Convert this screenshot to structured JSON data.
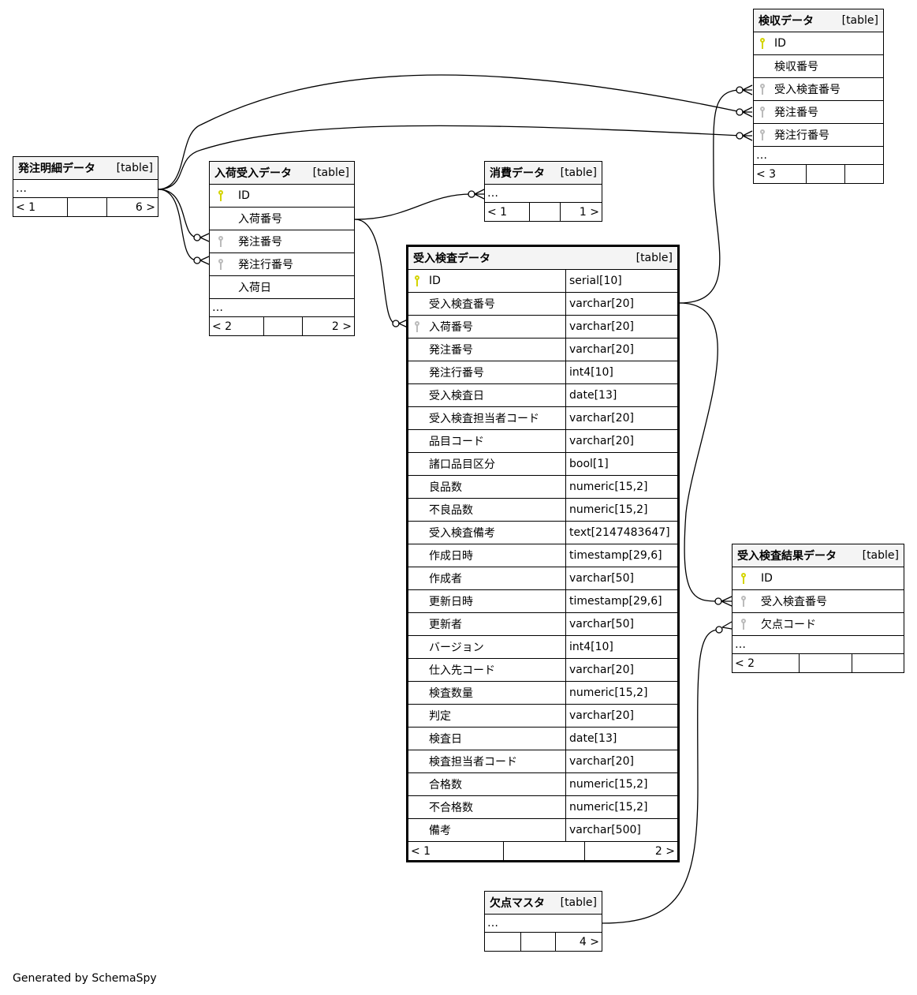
{
  "footer_text": "Generated by SchemaSpy",
  "kind_label": "[table]",
  "ellipsis": "…",
  "colors": {
    "primary_key": "#d4d400",
    "foreign_key": "#bbbbbb",
    "header_bg": "#f4f4f4"
  },
  "tables": {
    "kenshu": {
      "name": "検収データ",
      "columns": [
        {
          "name": "ID",
          "key": "primary-key"
        },
        {
          "name": "検収番号",
          "key": ""
        },
        {
          "name": "受入検査番号",
          "key": "foreign-key"
        },
        {
          "name": "発注番号",
          "key": "foreign-key"
        },
        {
          "name": "発注行番号",
          "key": "foreign-key"
        }
      ],
      "footer": [
        "< 3",
        "",
        ""
      ]
    },
    "hacchu_meisai": {
      "name": "発注明細データ",
      "columns": [],
      "footer": [
        "< 1",
        "",
        "6 >"
      ]
    },
    "nyuka_ukeire": {
      "name": "入荷受入データ",
      "columns": [
        {
          "name": "ID",
          "key": "primary-key"
        },
        {
          "name": "入荷番号",
          "key": ""
        },
        {
          "name": "発注番号",
          "key": "foreign-key"
        },
        {
          "name": "発注行番号",
          "key": "foreign-key"
        },
        {
          "name": "入荷日",
          "key": ""
        }
      ],
      "footer": [
        "< 2",
        "",
        "2 >"
      ]
    },
    "shohi": {
      "name": "消費データ",
      "columns": [],
      "footer": [
        "< 1",
        "",
        "1 >"
      ]
    },
    "ukeire_kensa": {
      "name": "受入検査データ",
      "columns": [
        {
          "name": "ID",
          "type": "serial[10]",
          "key": "primary-key"
        },
        {
          "name": "受入検査番号",
          "type": "varchar[20]",
          "key": ""
        },
        {
          "name": "入荷番号",
          "type": "varchar[20]",
          "key": "foreign-key"
        },
        {
          "name": "発注番号",
          "type": "varchar[20]",
          "key": ""
        },
        {
          "name": "発注行番号",
          "type": "int4[10]",
          "key": ""
        },
        {
          "name": "受入検査日",
          "type": "date[13]",
          "key": ""
        },
        {
          "name": "受入検査担当者コード",
          "type": "varchar[20]",
          "key": ""
        },
        {
          "name": "品目コード",
          "type": "varchar[20]",
          "key": ""
        },
        {
          "name": "諸口品目区分",
          "type": "bool[1]",
          "key": ""
        },
        {
          "name": "良品数",
          "type": "numeric[15,2]",
          "key": ""
        },
        {
          "name": "不良品数",
          "type": "numeric[15,2]",
          "key": ""
        },
        {
          "name": "受入検査備考",
          "type": "text[2147483647]",
          "key": ""
        },
        {
          "name": "作成日時",
          "type": "timestamp[29,6]",
          "key": ""
        },
        {
          "name": "作成者",
          "type": "varchar[50]",
          "key": ""
        },
        {
          "name": "更新日時",
          "type": "timestamp[29,6]",
          "key": ""
        },
        {
          "name": "更新者",
          "type": "varchar[50]",
          "key": ""
        },
        {
          "name": "バージョン",
          "type": "int4[10]",
          "key": ""
        },
        {
          "name": "仕入先コード",
          "type": "varchar[20]",
          "key": ""
        },
        {
          "name": "検査数量",
          "type": "numeric[15,2]",
          "key": ""
        },
        {
          "name": "判定",
          "type": "varchar[20]",
          "key": ""
        },
        {
          "name": "検査日",
          "type": "date[13]",
          "key": ""
        },
        {
          "name": "検査担当者コード",
          "type": "varchar[20]",
          "key": ""
        },
        {
          "name": "合格数",
          "type": "numeric[15,2]",
          "key": ""
        },
        {
          "name": "不合格数",
          "type": "numeric[15,2]",
          "key": ""
        },
        {
          "name": "備考",
          "type": "varchar[500]",
          "key": ""
        }
      ],
      "footer": [
        "< 1",
        "",
        "2 >"
      ]
    },
    "kensa_kekka": {
      "name": "受入検査結果データ",
      "columns": [
        {
          "name": "ID",
          "key": "primary-key"
        },
        {
          "name": "受入検査番号",
          "key": "foreign-key"
        },
        {
          "name": "欠点コード",
          "key": "foreign-key"
        }
      ],
      "footer": [
        "< 2",
        "",
        ""
      ]
    },
    "ketten_master": {
      "name": "欠点マスタ",
      "columns": [],
      "footer": [
        "",
        "",
        "4 >"
      ]
    }
  }
}
